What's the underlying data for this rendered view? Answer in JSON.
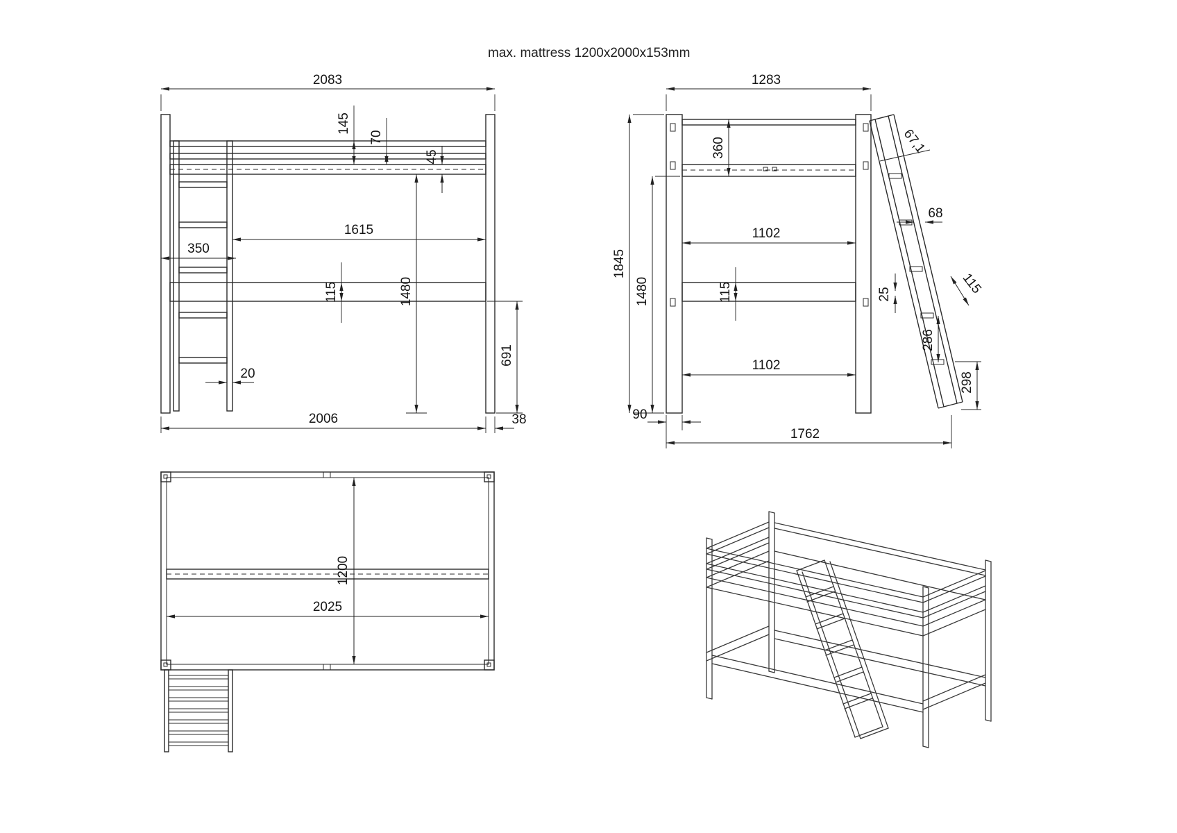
{
  "title": "max. mattress 1200x2000x153mm",
  "front": {
    "overall_width": "2083",
    "guard_top_to_platform": "145",
    "rail_to_platform": "70",
    "platform_thickness": "45",
    "clear_inner_width": "1615",
    "ladder_outset": "350",
    "lower_rail_height": "115",
    "clear_height_under": "1480",
    "lower_rail_to_floor": "691",
    "ladder_rail_thickness": "20",
    "base_width": "2006",
    "post_depth": "38"
  },
  "side": {
    "overall_depth": "1283",
    "top_to_platform": "360",
    "ladder_angle": "67,1",
    "ladder_rail_width": "68",
    "inner_depth_upper": "1102",
    "lower_rail_height": "115",
    "ladder_clearance": "25",
    "ladder_width": "115",
    "rung_spacing": "286",
    "inner_depth_lower": "1102",
    "ladder_foot_offset": "298",
    "overall_height": "1845",
    "clear_height_under": "1480",
    "post_width": "90",
    "footprint_depth": "1762"
  },
  "plan": {
    "inner_width": "1200",
    "inner_length": "2025"
  }
}
